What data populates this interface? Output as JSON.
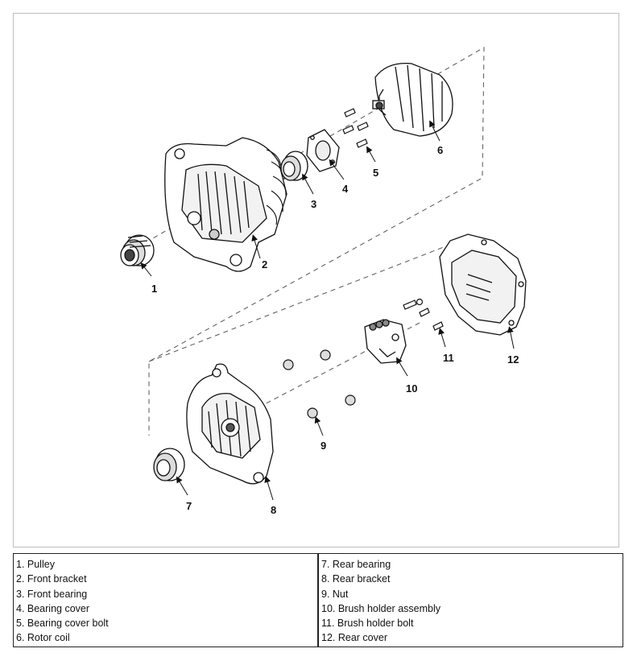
{
  "callouts": {
    "c1": "1",
    "c2": "2",
    "c3": "3",
    "c4": "4",
    "c5": "5",
    "c6": "6",
    "c7": "7",
    "c8": "8",
    "c9": "9",
    "c10": "10",
    "c11": "11",
    "c12": "12"
  },
  "legend": {
    "left": [
      "1. Pulley",
      "2. Front bracket",
      "3. Front bearing",
      "4. Bearing cover",
      "5. Bearing cover bolt",
      "6. Rotor coil"
    ],
    "right": [
      "7. Rear bearing",
      "8. Rear bracket",
      "9. Nut",
      "10. Brush holder assembly",
      "11. Brush holder bolt",
      "12. Rear cover"
    ]
  }
}
